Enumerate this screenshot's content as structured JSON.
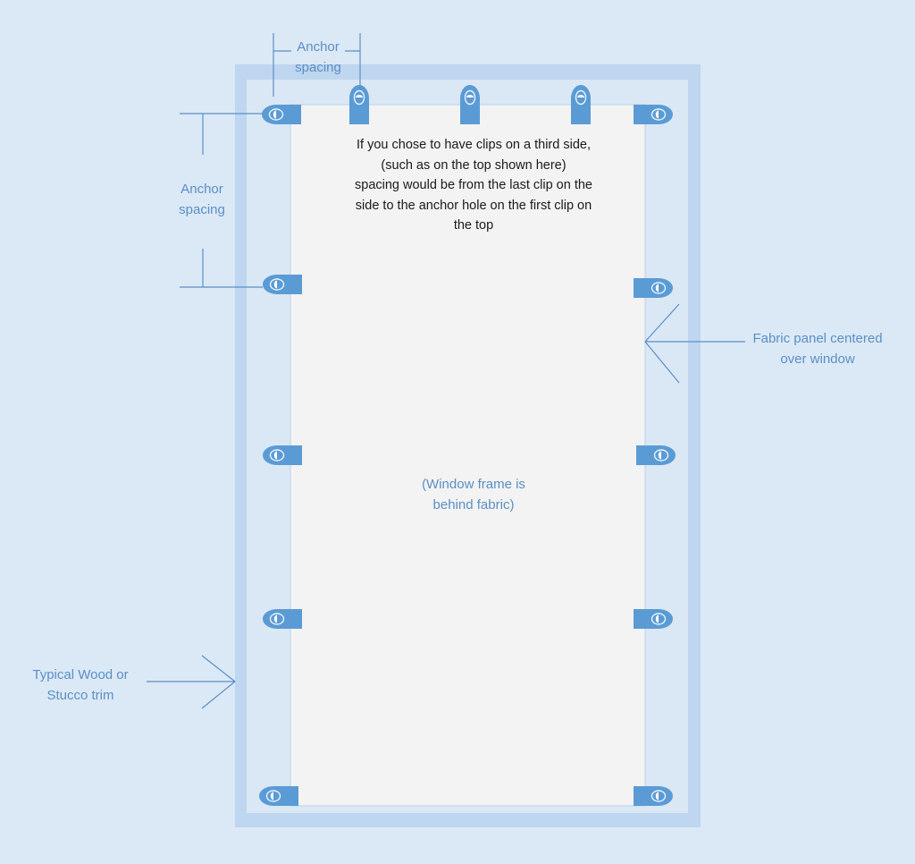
{
  "labels": {
    "anchor_spacing_top": [
      "Anchor",
      "spacing"
    ],
    "anchor_spacing_side": [
      "Anchor",
      "spacing"
    ],
    "fabric_panel": [
      "Fabric panel centered",
      "over window"
    ],
    "trim": [
      "Typical Wood or",
      "Stucco trim"
    ],
    "window_frame": [
      "(Window frame is",
      "behind fabric)"
    ],
    "third_side_note": [
      "If you chose to have clips on a third side,",
      "(such as on the top shown here)",
      "spacing would be from the last clip on the",
      "side to the anchor hole on the first clip on",
      "the top"
    ]
  },
  "colors": {
    "background": "#dbe9f6",
    "trim": "#bed6ef",
    "fabric": "#f3f3f3",
    "clip": "#5b9bd5",
    "line": "#5b8fc4",
    "label": "#5b8fc4",
    "note_text": "#1a1a1a"
  },
  "icons": {
    "clip": "grommet-clip-icon",
    "arrow": "chevron-arrow-icon"
  }
}
